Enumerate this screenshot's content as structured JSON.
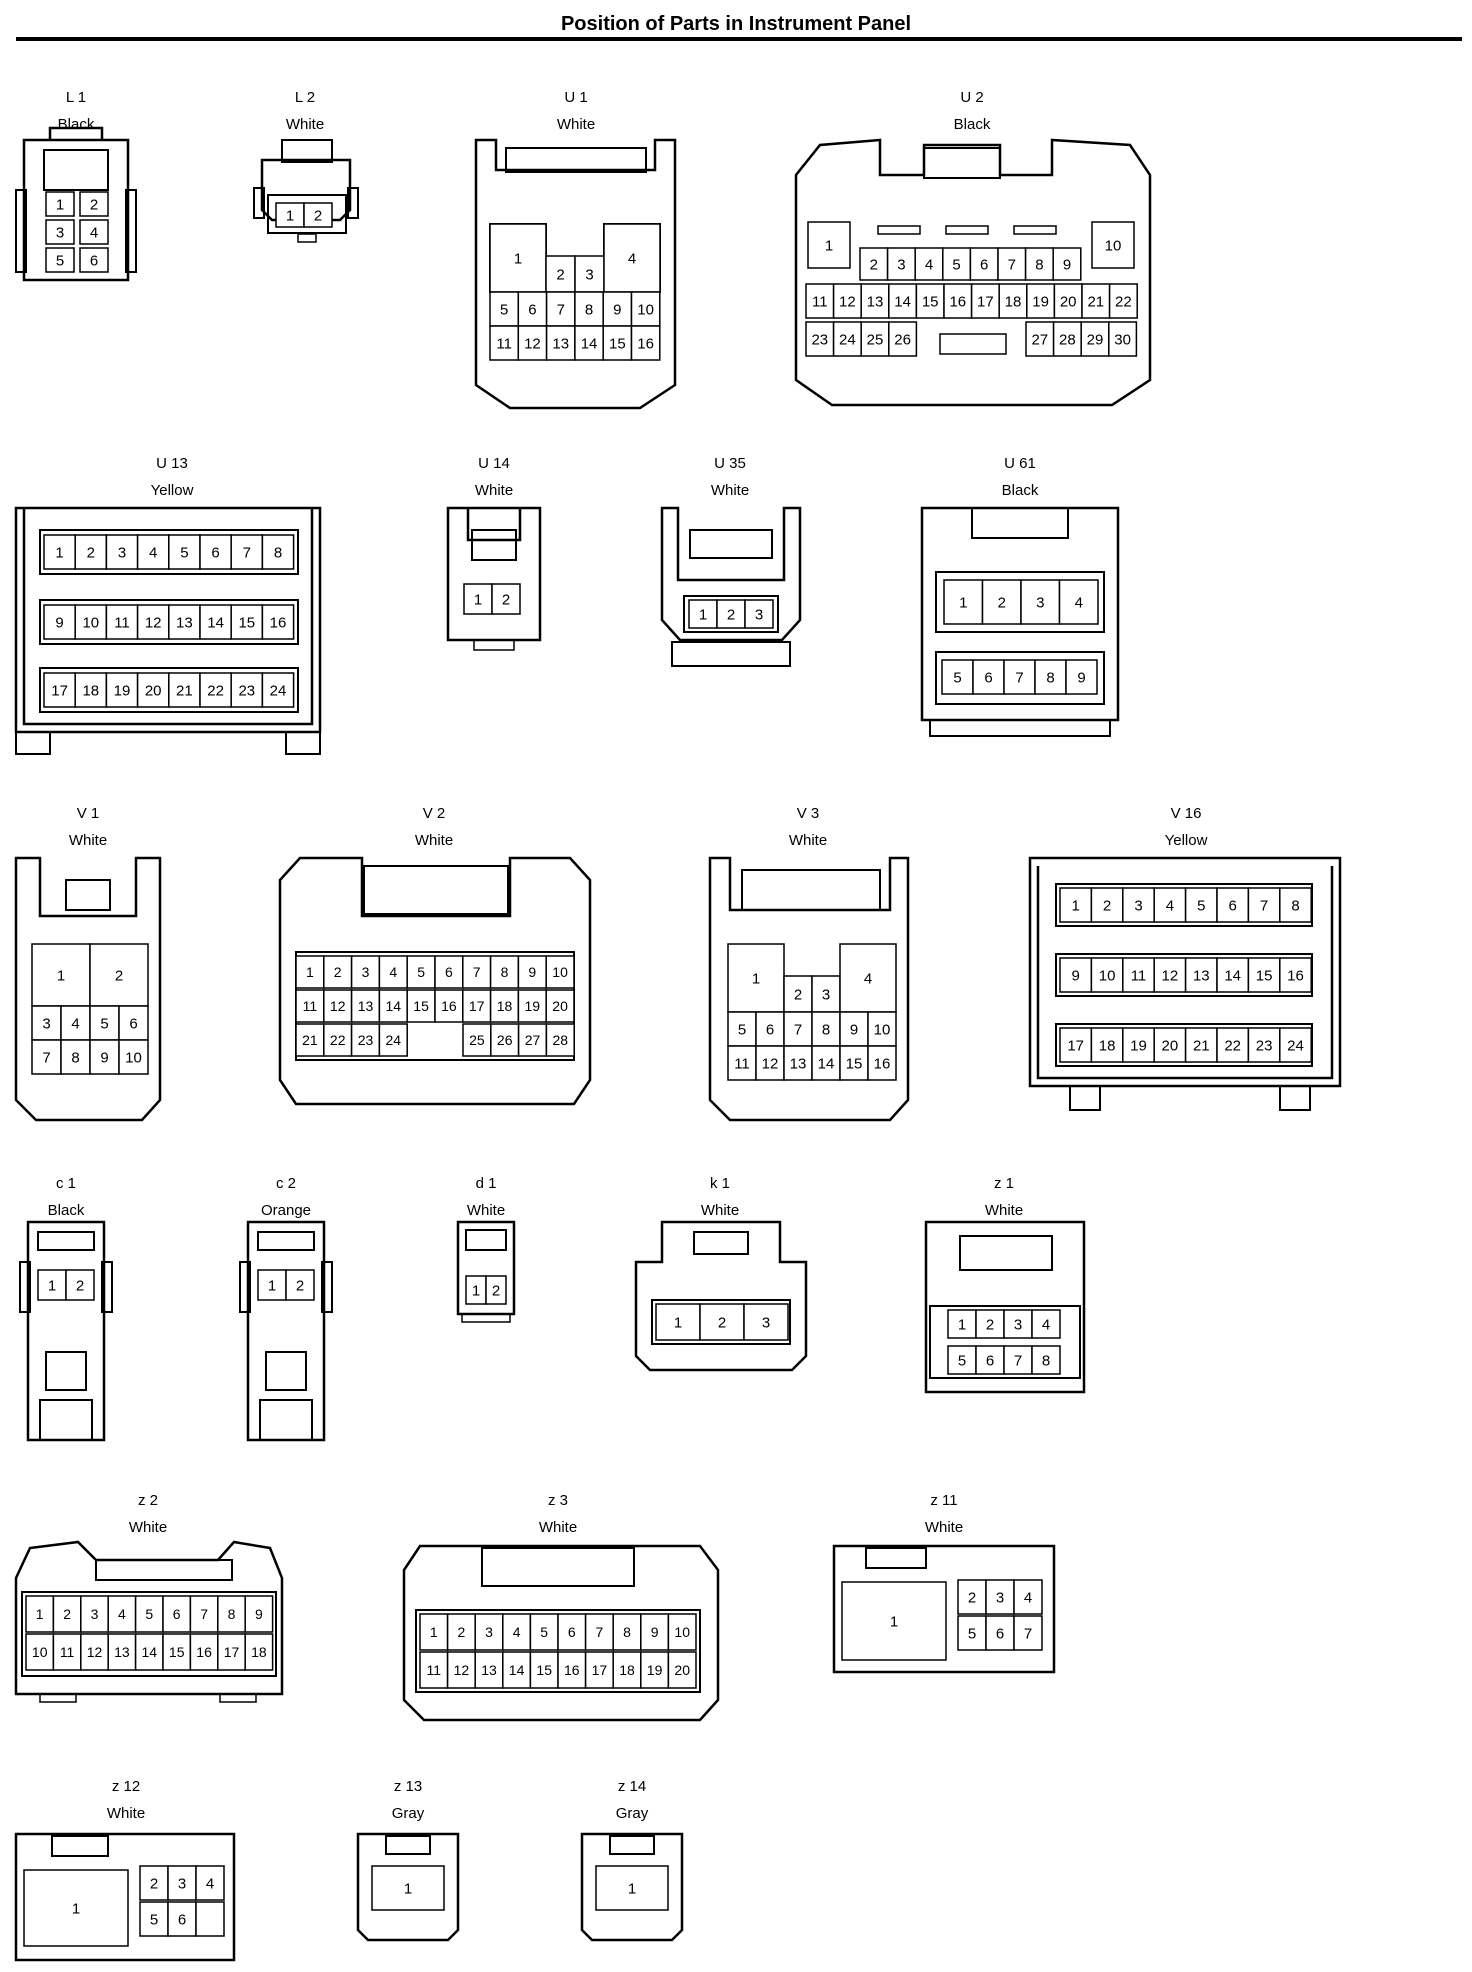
{
  "page": {
    "title": "Position of Parts in Instrument Panel"
  },
  "connectors": [
    {
      "id": "L 1",
      "color": "Black",
      "pins": [
        "1",
        "2",
        "3",
        "4",
        "5",
        "6"
      ]
    },
    {
      "id": "L 2",
      "color": "White",
      "pins": [
        "1",
        "2"
      ]
    },
    {
      "id": "U 1",
      "color": "White",
      "pins": [
        "1",
        "2",
        "3",
        "4",
        "5",
        "6",
        "7",
        "8",
        "9",
        "10",
        "11",
        "12",
        "13",
        "14",
        "15",
        "16"
      ]
    },
    {
      "id": "U 2",
      "color": "Black",
      "pins": [
        "1",
        "2",
        "3",
        "4",
        "5",
        "6",
        "7",
        "8",
        "9",
        "10",
        "11",
        "12",
        "13",
        "14",
        "15",
        "16",
        "17",
        "18",
        "19",
        "20",
        "21",
        "22",
        "23",
        "24",
        "25",
        "26",
        "27",
        "28",
        "29",
        "30"
      ]
    },
    {
      "id": "U 13",
      "color": "Yellow",
      "pins": [
        "1",
        "2",
        "3",
        "4",
        "5",
        "6",
        "7",
        "8",
        "9",
        "10",
        "11",
        "12",
        "13",
        "14",
        "15",
        "16",
        "17",
        "18",
        "19",
        "20",
        "21",
        "22",
        "23",
        "24"
      ]
    },
    {
      "id": "U 14",
      "color": "White",
      "pins": [
        "1",
        "2"
      ]
    },
    {
      "id": "U 35",
      "color": "White",
      "pins": [
        "1",
        "2",
        "3"
      ]
    },
    {
      "id": "U 61",
      "color": "Black",
      "pins": [
        "1",
        "2",
        "3",
        "4",
        "5",
        "6",
        "7",
        "8",
        "9"
      ]
    },
    {
      "id": "V 1",
      "color": "White",
      "pins": [
        "1",
        "2",
        "3",
        "4",
        "5",
        "6",
        "7",
        "8",
        "9",
        "10"
      ]
    },
    {
      "id": "V 2",
      "color": "White",
      "pins": [
        "1",
        "2",
        "3",
        "4",
        "5",
        "6",
        "7",
        "8",
        "9",
        "10",
        "11",
        "12",
        "13",
        "14",
        "15",
        "16",
        "17",
        "18",
        "19",
        "20",
        "21",
        "22",
        "23",
        "24",
        "25",
        "26",
        "27",
        "28"
      ]
    },
    {
      "id": "V 3",
      "color": "White",
      "pins": [
        "1",
        "2",
        "3",
        "4",
        "5",
        "6",
        "7",
        "8",
        "9",
        "10",
        "11",
        "12",
        "13",
        "14",
        "15",
        "16"
      ]
    },
    {
      "id": "V 16",
      "color": "Yellow",
      "pins": [
        "1",
        "2",
        "3",
        "4",
        "5",
        "6",
        "7",
        "8",
        "9",
        "10",
        "11",
        "12",
        "13",
        "14",
        "15",
        "16",
        "17",
        "18",
        "19",
        "20",
        "21",
        "22",
        "23",
        "24"
      ]
    },
    {
      "id": "c 1",
      "color": "Black",
      "pins": [
        "1",
        "2"
      ]
    },
    {
      "id": "c 2",
      "color": "Orange",
      "pins": [
        "1",
        "2"
      ]
    },
    {
      "id": "d 1",
      "color": "White",
      "pins": [
        "1",
        "2"
      ]
    },
    {
      "id": "k 1",
      "color": "White",
      "pins": [
        "1",
        "2",
        "3"
      ]
    },
    {
      "id": "z 1",
      "color": "White",
      "pins": [
        "1",
        "2",
        "3",
        "4",
        "5",
        "6",
        "7",
        "8"
      ]
    },
    {
      "id": "z 2",
      "color": "White",
      "pins": [
        "1",
        "2",
        "3",
        "4",
        "5",
        "6",
        "7",
        "8",
        "9",
        "10",
        "11",
        "12",
        "13",
        "14",
        "15",
        "16",
        "17",
        "18"
      ]
    },
    {
      "id": "z 3",
      "color": "White",
      "pins": [
        "1",
        "2",
        "3",
        "4",
        "5",
        "6",
        "7",
        "8",
        "9",
        "10",
        "11",
        "12",
        "13",
        "14",
        "15",
        "16",
        "17",
        "18",
        "19",
        "20"
      ]
    },
    {
      "id": "z 11",
      "color": "White",
      "pins": [
        "1",
        "2",
        "3",
        "4",
        "5",
        "6",
        "7"
      ]
    },
    {
      "id": "z 12",
      "color": "White",
      "pins": [
        "1",
        "2",
        "3",
        "4",
        "5",
        "6"
      ]
    },
    {
      "id": "z 13",
      "color": "Gray",
      "pins": [
        "1"
      ]
    },
    {
      "id": "z 14",
      "color": "Gray",
      "pins": [
        "1"
      ]
    }
  ]
}
